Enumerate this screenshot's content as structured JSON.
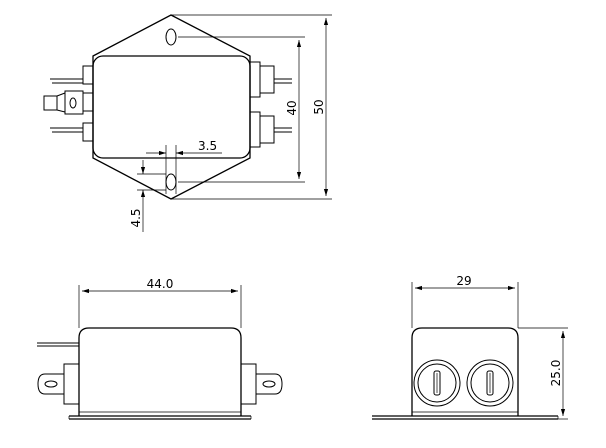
{
  "dimensions": {
    "top_view_total_height": "50",
    "top_view_hole_spacing": "40",
    "top_view_hole_width": "3.5",
    "top_view_hole_offset": "4.5",
    "front_view_width": "44.0",
    "side_view_width": "29",
    "side_view_height": "25.0"
  }
}
